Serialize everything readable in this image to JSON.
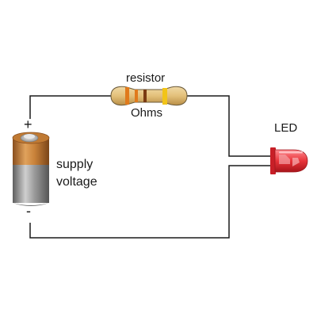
{
  "diagram": {
    "components": {
      "resistor": {
        "label": "resistor",
        "value_label": "Ohms"
      },
      "battery": {
        "label_line1": "supply",
        "label_line2": "voltage",
        "positive_symbol": "+",
        "negative_symbol": "-"
      },
      "led": {
        "label": "LED"
      }
    },
    "colors": {
      "wire": "#1a1a1a",
      "resistor_body": "#e3c07a",
      "led_red": "#e8343a",
      "battery_copper": "#c9823a",
      "battery_gray": "#9a9a9a"
    }
  }
}
